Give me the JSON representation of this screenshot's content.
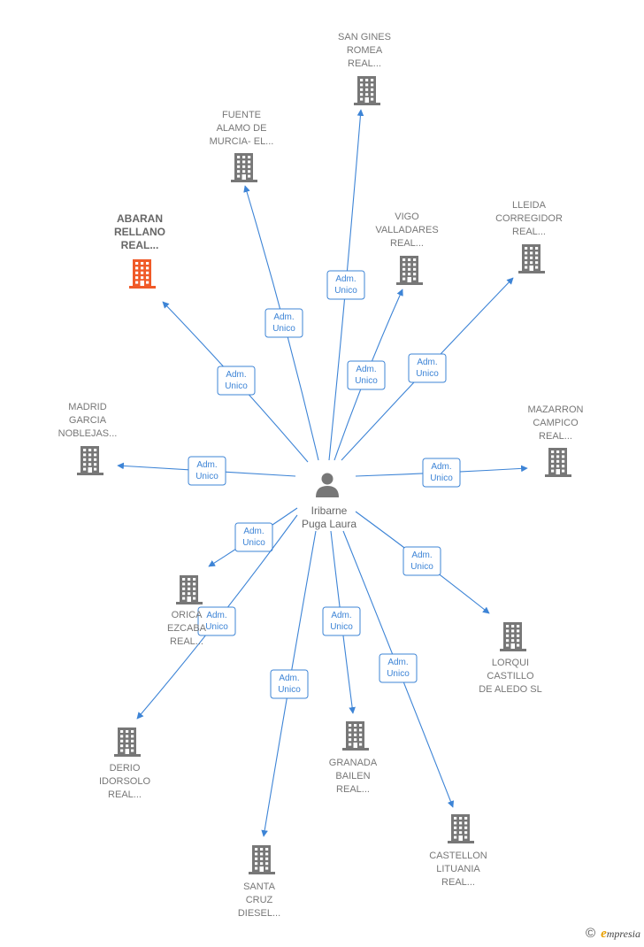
{
  "colors": {
    "edge": "#3d84d6",
    "building": "#777777",
    "highlight": "#f05a28",
    "person": "#777777"
  },
  "center": {
    "label_lines": [
      "Iribarne",
      "Puga Laura"
    ],
    "icon": "person-icon"
  },
  "edge_label_lines": [
    "Adm.",
    "Unico"
  ],
  "companies": [
    {
      "lines": [
        "SAN GINES",
        "ROMEA",
        "REAL..."
      ],
      "highlight": false
    },
    {
      "lines": [
        "FUENTE",
        "ALAMO DE",
        "MURCIA- EL..."
      ],
      "highlight": false
    },
    {
      "lines": [
        "ABARAN",
        "RELLANO",
        "REAL..."
      ],
      "highlight": true
    },
    {
      "lines": [
        "VIGO",
        "VALLADARES",
        "REAL..."
      ],
      "highlight": false
    },
    {
      "lines": [
        "LLEIDA",
        "CORREGIDOR",
        "REAL..."
      ],
      "highlight": false
    },
    {
      "lines": [
        "MADRID",
        "GARCIA",
        "NOBLEJAS..."
      ],
      "highlight": false
    },
    {
      "lines": [
        "MAZARRON",
        "CAMPICO",
        "REAL..."
      ],
      "highlight": false
    },
    {
      "lines": [
        "ORICA",
        "EZCABA",
        "REAL..."
      ],
      "highlight": false
    },
    {
      "lines": [
        "LORQUI",
        "CASTILLO",
        "DE ALEDO  SL"
      ],
      "highlight": false
    },
    {
      "lines": [
        "DERIO",
        "IDORSOLO",
        "REAL..."
      ],
      "highlight": false
    },
    {
      "lines": [
        "GRANADA",
        "BAILEN",
        "REAL..."
      ],
      "highlight": false
    },
    {
      "lines": [
        "CASTELLON",
        "LITUANIA",
        "REAL..."
      ],
      "highlight": false
    },
    {
      "lines": [
        "SANTA",
        "CRUZ",
        "DIESEL..."
      ],
      "highlight": false
    }
  ],
  "footer": {
    "copyright": "©",
    "brand_initial": "e",
    "brand_rest": "mpresia"
  }
}
